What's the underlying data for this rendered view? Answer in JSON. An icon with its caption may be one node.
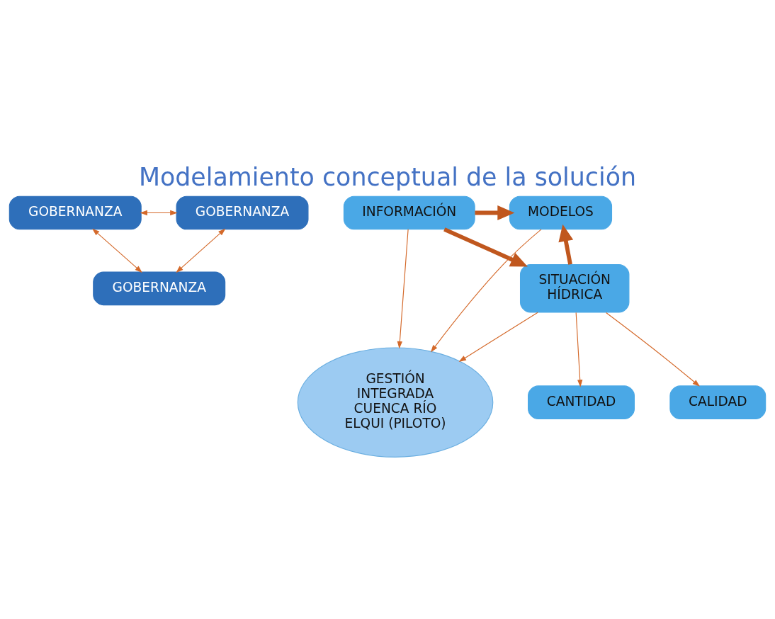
{
  "diagram": {
    "title": "Modelamiento conceptual de la solución",
    "nodes": [
      {
        "text": [
          "GOBERNANZA"
        ]
      },
      {
        "text": [
          "GOBERNANZA"
        ]
      },
      {
        "text": [
          "GOBERNANZA"
        ]
      },
      {
        "text": [
          "INFORMACIÓN"
        ]
      },
      {
        "text": [
          "MODELOS"
        ]
      },
      {
        "text": [
          "GESTIÓN INTEGRADA CUENCA RÍO ELQUI (PILOTO)"
        ]
      },
      {
        "text": [
          "SITUACIÓN HÍDRICA"
        ]
      },
      {
        "text": [
          "CANTIDAD"
        ]
      },
      {
        "text": [
          "CALIDAD"
        ]
      }
    ],
    "edges": [
      {
        "from": 1,
        "to": 0,
        "arrow": "both"
      },
      {
        "from": 2,
        "to": 0,
        "arrow": "both"
      },
      {
        "from": 1,
        "to": 2,
        "arrow": "both"
      },
      {
        "from": 3,
        "to": 4,
        "arrow": "to",
        "style": "thick"
      },
      {
        "from": 3,
        "to": 6,
        "arrow": "to",
        "style": "thick"
      },
      {
        "from": 6,
        "to": 4,
        "arrow": "to",
        "style": "thick"
      },
      {
        "from": 3,
        "to": 5,
        "arrow": "to"
      },
      {
        "from": 4,
        "to": 5,
        "arrow": "to"
      },
      {
        "from": 6,
        "to": 5,
        "arrow": "to"
      },
      {
        "from": 6,
        "to": 7,
        "arrow": "to"
      },
      {
        "from": 6,
        "to": 8,
        "arrow": "to"
      }
    ]
  }
}
